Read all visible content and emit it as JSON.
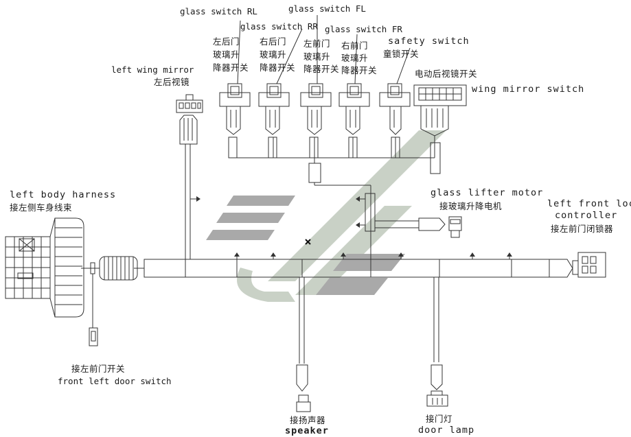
{
  "labels": {
    "glass_switch_rl": "glass switch RL",
    "glass_switch_rr": "glass switch RR",
    "glass_switch_fl": "glass switch FL",
    "glass_switch_fr": "glass switch FR",
    "safety_switch": "safety switch",
    "rl_cn_1": "左后门",
    "rl_cn_2": "玻璃升",
    "rl_cn_3": "降器开关",
    "rr_cn_1": "右后门",
    "rr_cn_2": "玻璃升",
    "rr_cn_3": "降器开关",
    "fl_cn_1": "左前门",
    "fl_cn_2": "玻璃升",
    "fl_cn_3": "降器开关",
    "fr_cn_1": "右前门",
    "fr_cn_2": "玻璃升",
    "fr_cn_3": "降器开关",
    "safety_cn": "童锁开关",
    "mirror_switch_cn": "电动后视镜开关",
    "mirror_switch_en": "wing mirror switch",
    "left_wing_mirror_en": "left wing mirror",
    "left_wing_mirror_cn": "左后视镜",
    "left_body_harness_en": "left body harness",
    "left_body_harness_cn": "接左侧车身线束",
    "glass_lifter_motor_en": "glass lifter motor",
    "glass_lifter_motor_cn": "接玻璃升降电机",
    "front_lock_en_1": "left front lock",
    "front_lock_en_2": "controller",
    "front_lock_cn": "接左前门闭锁器",
    "door_switch_cn": "接左前门开关",
    "door_switch_en": "front left door switch",
    "speaker_cn": "接扬声器",
    "speaker_en": "speaker",
    "door_lamp_cn": "接门灯",
    "door_lamp_en": "door lamp"
  },
  "colors": {
    "line": "#333333",
    "watermark_green": "#c9d1c6",
    "watermark_grey": "#a9a9a9"
  },
  "icons": [
    "connector-icon",
    "terminal-arrow-icon",
    "center-mark-icon"
  ]
}
